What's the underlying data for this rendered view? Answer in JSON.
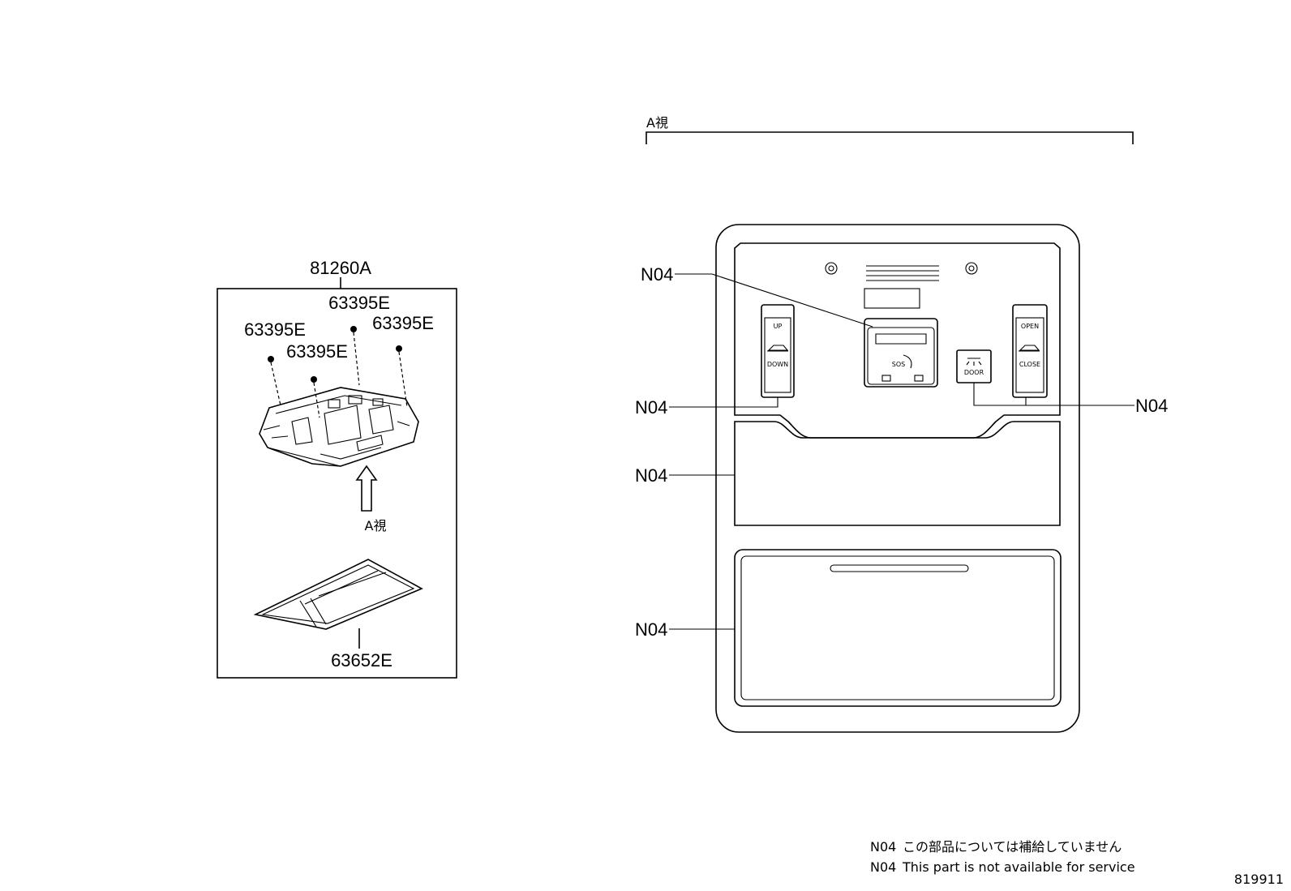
{
  "left_view": {
    "assembly_label": "81260A",
    "screw_labels": [
      "63395E",
      "63395E",
      "63395E",
      "63395E"
    ],
    "view_arrow_label": "A視",
    "cover_label": "63652E"
  },
  "right_view": {
    "view_title": "A視",
    "callouts": [
      "N04",
      "N04",
      "N04",
      "N04",
      "N04"
    ],
    "switch_left": {
      "top": "UP",
      "bottom": "DOWN"
    },
    "switch_right": {
      "top": "OPEN",
      "bottom": "CLOSE"
    },
    "sos_label": "SOS",
    "door_label": "DOOR"
  },
  "notes": {
    "line_jp_code": "N04",
    "line_jp_text": "この部品については補給していません",
    "line_en_code": "N04",
    "line_en_text": "This part is not available for service"
  },
  "diagram_id": "819911"
}
